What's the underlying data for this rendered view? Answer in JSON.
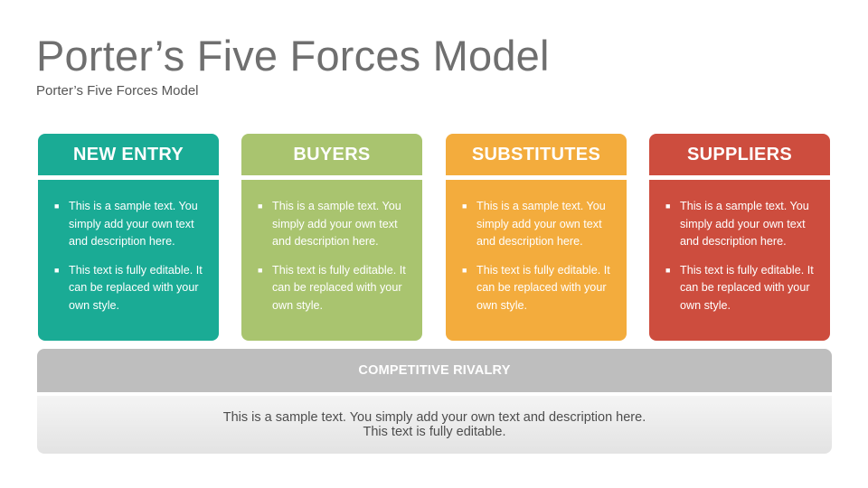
{
  "slide": {
    "title": "Porter’s Five Forces Model",
    "subtitle": "Porter’s Five Forces Model"
  },
  "colors": {
    "new_entry": "#1aab95",
    "buyers": "#a9c46f",
    "substitutes": "#f3ac3d",
    "suppliers": "#cd4d3e",
    "rivalry_header": "#bebebe"
  },
  "cards": [
    {
      "label": "NEW ENTRY",
      "bullets": [
        "This is a sample text. You simply add your own text and description here.",
        "This text is fully editable. It can be replaced with your own style."
      ]
    },
    {
      "label": "BUYERS",
      "bullets": [
        "This is a sample text. You simply add your own text and description here.",
        "This text is fully editable. It can be replaced with your own style."
      ]
    },
    {
      "label": "SUBSTITUTES",
      "bullets": [
        "This is a sample text. You simply add your own text and description here.",
        "This text is fully editable. It can be replaced with your own style."
      ]
    },
    {
      "label": "SUPPLIERS",
      "bullets": [
        "This is a sample text. You simply add your own text and description here.",
        "This text is fully editable. It can be replaced with your own style."
      ]
    }
  ],
  "rivalry": {
    "label": "COMPETITIVE RIVALRY",
    "line1": "This is a sample text. You simply add your own text and description here.",
    "line2": "This text is fully editable."
  }
}
